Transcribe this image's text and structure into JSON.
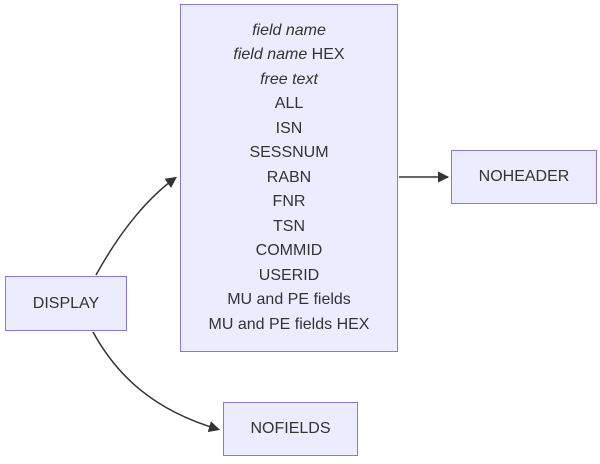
{
  "diagram": {
    "colors": {
      "background": "#FFFFFF",
      "node_fill": "#ECECFF",
      "node_border": "#8B74E8",
      "edge": "#333333",
      "text": "#333333"
    },
    "nodes": {
      "display": {
        "label": "DISPLAY"
      },
      "noheader": {
        "label": "NOHEADER"
      },
      "nofields": {
        "label": "NOFIELDS"
      },
      "options": {
        "items": [
          {
            "segments": [
              {
                "text": "field name",
                "italic": true
              }
            ]
          },
          {
            "segments": [
              {
                "text": "field name",
                "italic": true
              },
              {
                "text": " HEX",
                "italic": false
              }
            ]
          },
          {
            "segments": [
              {
                "text": "free text",
                "italic": true
              }
            ]
          },
          {
            "segments": [
              {
                "text": "ALL",
                "italic": false
              }
            ]
          },
          {
            "segments": [
              {
                "text": "ISN",
                "italic": false
              }
            ]
          },
          {
            "segments": [
              {
                "text": "SESSNUM",
                "italic": false
              }
            ]
          },
          {
            "segments": [
              {
                "text": "RABN",
                "italic": false
              }
            ]
          },
          {
            "segments": [
              {
                "text": "FNR",
                "italic": false
              }
            ]
          },
          {
            "segments": [
              {
                "text": "TSN",
                "italic": false
              }
            ]
          },
          {
            "segments": [
              {
                "text": "COMMID",
                "italic": false
              }
            ]
          },
          {
            "segments": [
              {
                "text": "USERID",
                "italic": false
              }
            ]
          },
          {
            "segments": [
              {
                "text": "MU and PE fields",
                "italic": false
              }
            ]
          },
          {
            "segments": [
              {
                "text": "MU and PE fields HEX",
                "italic": false
              }
            ]
          }
        ]
      }
    }
  }
}
